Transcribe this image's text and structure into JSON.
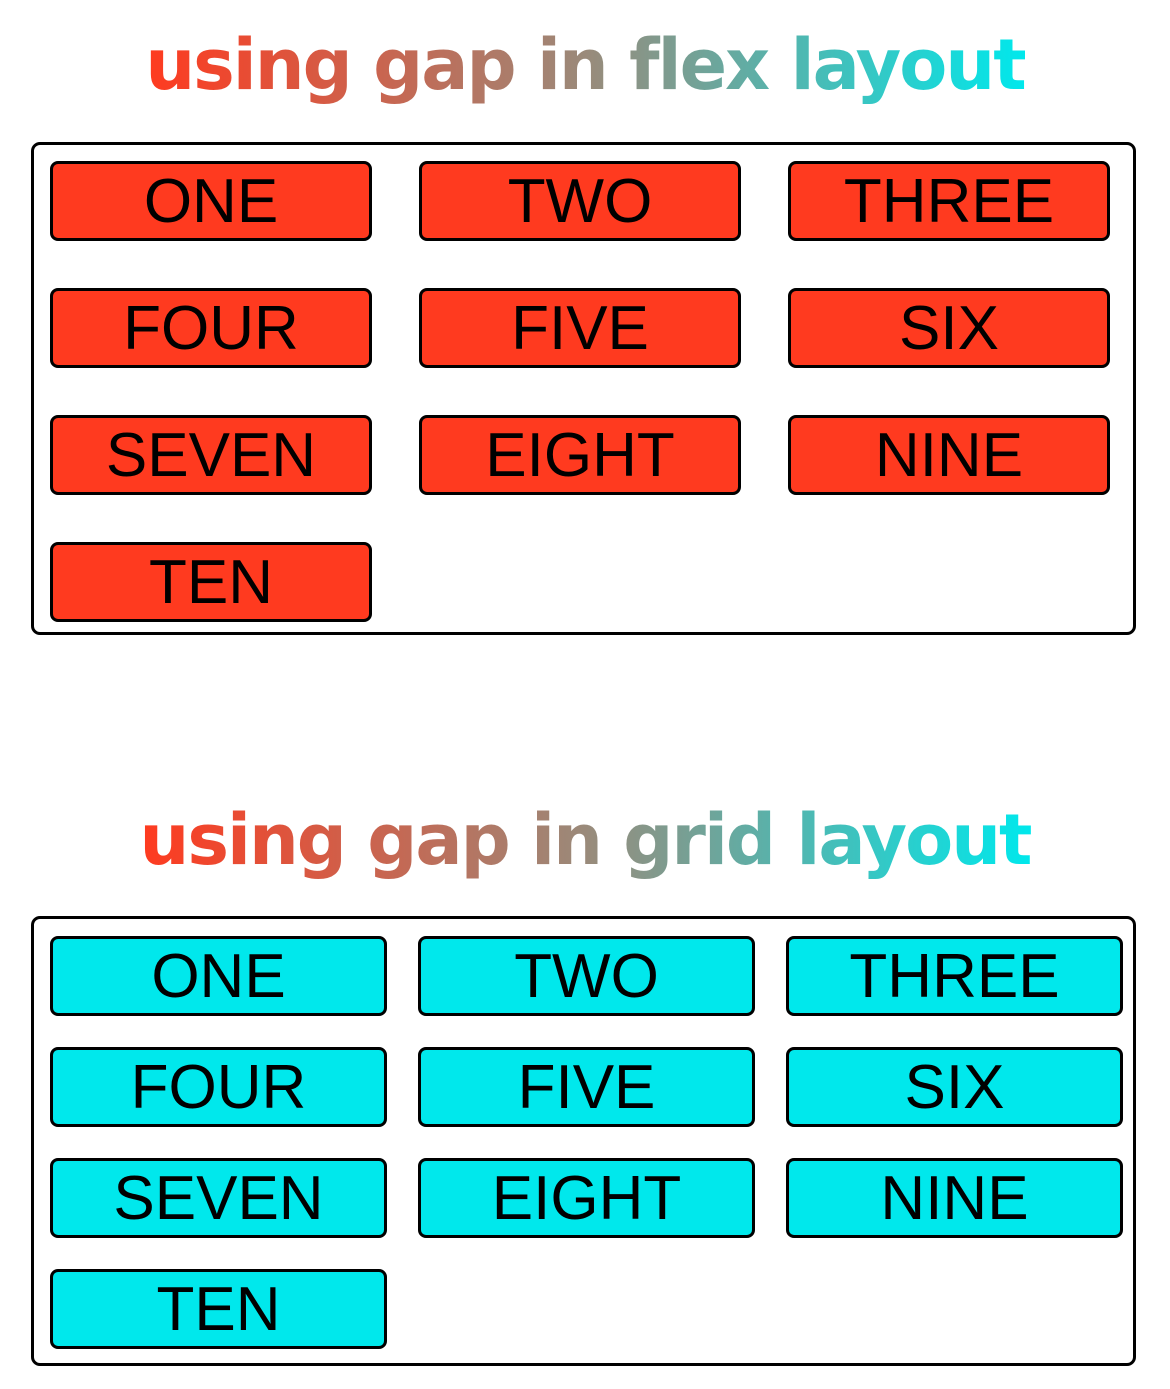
{
  "flex_section": {
    "title": "using gap in flex layout",
    "item_color": "#ff3a1f",
    "items": [
      "ONE",
      "TWO",
      "THREE",
      "FOUR",
      "FIVE",
      "SIX",
      "SEVEN",
      "EIGHT",
      "NINE",
      "TEN"
    ]
  },
  "grid_section": {
    "title": "using gap in grid layout",
    "item_color": "#00e8ec",
    "items": [
      "ONE",
      "TWO",
      "THREE",
      "FOUR",
      "FIVE",
      "SIX",
      "SEVEN",
      "EIGHT",
      "NINE",
      "TEN"
    ]
  },
  "title_gradient": [
    "#ff3a1f",
    "#9a8a7a",
    "#00e8ec"
  ]
}
